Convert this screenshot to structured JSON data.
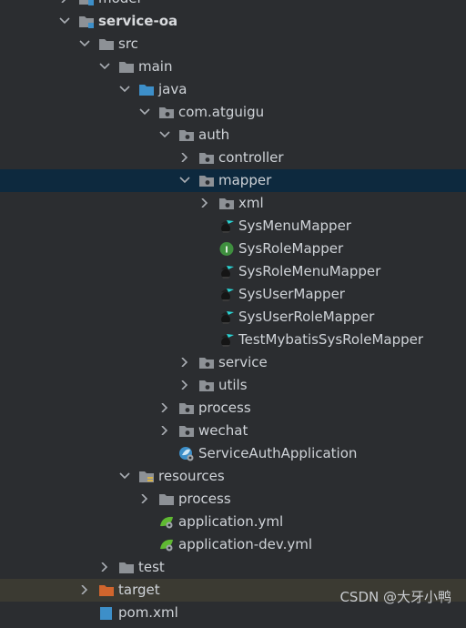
{
  "tree": [
    {
      "label": "model",
      "indent": 0,
      "expanded": false,
      "icon": "module-folder-icon"
    },
    {
      "label": "service-oa",
      "indent": 0,
      "expanded": true,
      "icon": "module-folder-icon",
      "bold": true
    },
    {
      "label": "src",
      "indent": 1,
      "expanded": true,
      "icon": "folder-icon"
    },
    {
      "label": "main",
      "indent": 2,
      "expanded": true,
      "icon": "folder-icon"
    },
    {
      "label": "java",
      "indent": 3,
      "expanded": true,
      "icon": "source-folder-icon"
    },
    {
      "label": "com.atguigu",
      "indent": 4,
      "expanded": true,
      "icon": "package-icon"
    },
    {
      "label": "auth",
      "indent": 5,
      "expanded": true,
      "icon": "package-icon"
    },
    {
      "label": "controller",
      "indent": 6,
      "expanded": false,
      "icon": "package-icon"
    },
    {
      "label": "mapper",
      "indent": 6,
      "expanded": true,
      "icon": "package-icon",
      "selected": true
    },
    {
      "label": "xml",
      "indent": 7,
      "expanded": false,
      "icon": "package-icon"
    },
    {
      "label": "SysMenuMapper",
      "indent": 7,
      "leaf": true,
      "icon": "mybatis-mapper-icon"
    },
    {
      "label": "SysRoleMapper",
      "indent": 7,
      "leaf": true,
      "icon": "interface-icon"
    },
    {
      "label": "SysRoleMenuMapper",
      "indent": 7,
      "leaf": true,
      "icon": "mybatis-mapper-icon"
    },
    {
      "label": "SysUserMapper",
      "indent": 7,
      "leaf": true,
      "icon": "mybatis-mapper-icon"
    },
    {
      "label": "SysUserRoleMapper",
      "indent": 7,
      "leaf": true,
      "icon": "mybatis-mapper-icon"
    },
    {
      "label": "TestMybatisSysRoleMapper",
      "indent": 7,
      "leaf": true,
      "icon": "mybatis-mapper-icon"
    },
    {
      "label": "service",
      "indent": 6,
      "expanded": false,
      "icon": "package-icon"
    },
    {
      "label": "utils",
      "indent": 6,
      "expanded": false,
      "icon": "package-icon"
    },
    {
      "label": "process",
      "indent": 5,
      "expanded": false,
      "icon": "package-icon"
    },
    {
      "label": "wechat",
      "indent": 5,
      "expanded": false,
      "icon": "package-icon"
    },
    {
      "label": "ServiceAuthApplication",
      "indent": 5,
      "leaf": true,
      "icon": "spring-boot-app-icon"
    },
    {
      "label": "resources",
      "indent": 3,
      "expanded": true,
      "icon": "resources-folder-icon"
    },
    {
      "label": "process",
      "indent": 4,
      "expanded": false,
      "icon": "folder-icon"
    },
    {
      "label": "application.yml",
      "indent": 4,
      "leaf": true,
      "icon": "spring-yml-icon"
    },
    {
      "label": "application-dev.yml",
      "indent": 4,
      "leaf": true,
      "icon": "spring-yml-icon"
    },
    {
      "label": "test",
      "indent": 2,
      "expanded": false,
      "icon": "folder-icon"
    },
    {
      "label": "target",
      "indent": 1,
      "expanded": false,
      "icon": "excluded-folder-icon",
      "excluded": true
    },
    {
      "label": "pom.xml",
      "indent": 1,
      "leaf": true,
      "icon": "maven-pom-icon"
    }
  ],
  "watermark": "CSDN @大牙小鸭",
  "colors": {
    "background": "#2b2d30",
    "selection": "#0d293e",
    "excluded_row": "#3b3a32",
    "folder": "#8d9196",
    "source_folder": "#3d8fc9",
    "excluded_folder": "#d0652d",
    "interface_badge": "#3f8f3f"
  }
}
